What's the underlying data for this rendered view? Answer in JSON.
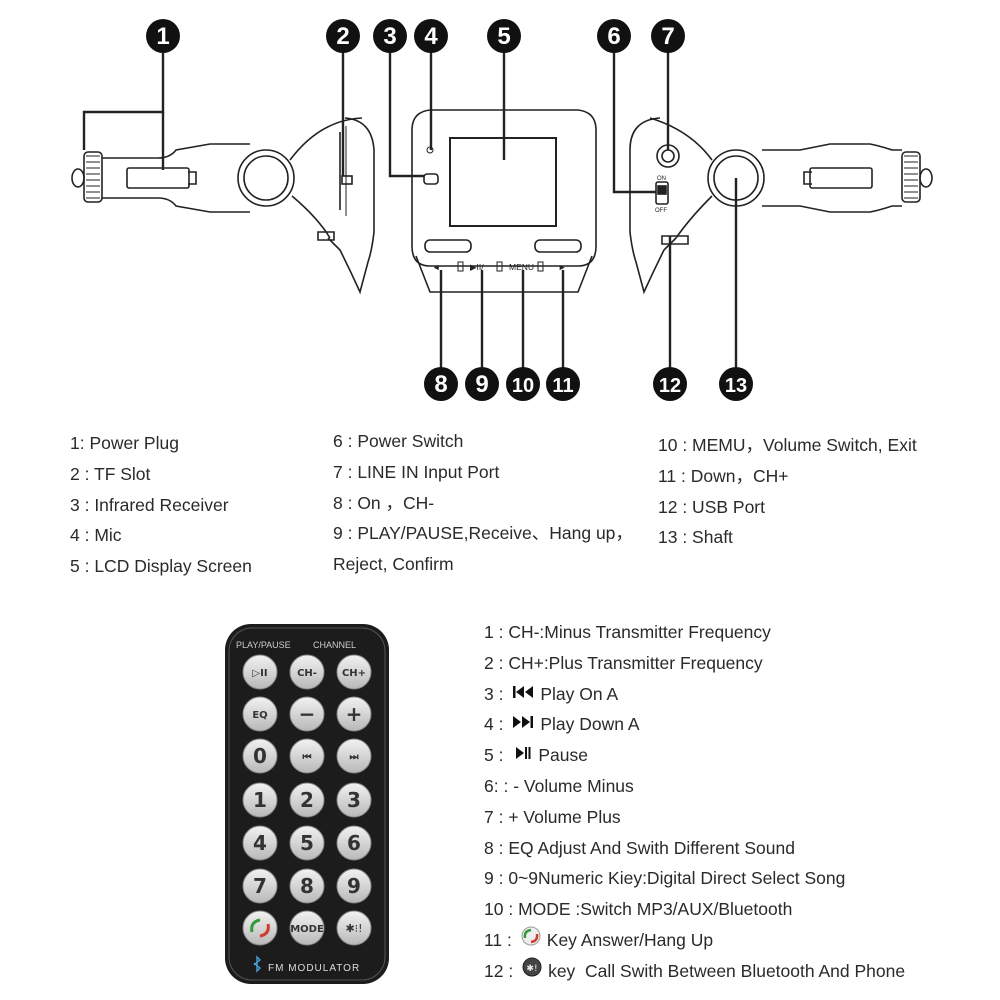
{
  "diagram": {
    "callouts": [
      "1",
      "2",
      "3",
      "4",
      "5",
      "6",
      "7",
      "8",
      "9",
      "10",
      "11",
      "12",
      "13"
    ],
    "buttons": {
      "prev": "◄",
      "play": "▶II/",
      "menu": "MENU",
      "next": "►",
      "switch_on": "ON",
      "switch_off": "OFF"
    }
  },
  "legend": {
    "col1": [
      "1: Power Plug",
      "2 : TF Slot",
      "3 : Infrared Receiver",
      "4 : Mic",
      "5 : LCD Display Screen"
    ],
    "col2": [
      "6 : Power Switch",
      "7 : LINE IN Input Port",
      "8 : On ，CH-",
      "9 : PLAY/PAUSE,Receive、Hang up，",
      "Reject, Confirm"
    ],
    "col3": [
      "10 : MEMU，Volume Switch, Exit",
      "11 : Down，CH+",
      "12 : USB Port",
      "13 : Shaft"
    ]
  },
  "remote": {
    "header_left": "PLAY/PAUSE",
    "header_right": "CHANNEL",
    "keys": [
      "▷II",
      "CH-",
      "CH+",
      "EQ",
      "−",
      "+",
      "0",
      "⏮",
      "⏭",
      "1",
      "2",
      "3",
      "4",
      "5",
      "6",
      "7",
      "8",
      "9",
      "",
      "MODE",
      ""
    ],
    "footer": "FM MODULATOR",
    "footer_icon": "bluetooth-icon",
    "body_color": "#1c1c1c",
    "key_color": "#d6d6d6"
  },
  "remote_legend": {
    "items": [
      {
        "prefix": "1 : ",
        "icon": "",
        "text": "CH-:Minus Transmitter Frequency"
      },
      {
        "prefix": "2 : ",
        "icon": "",
        "text": "CH+:Plus Transmitter Frequency"
      },
      {
        "prefix": "3 : ",
        "icon": "prev-track-icon",
        "text": "Play On A"
      },
      {
        "prefix": "4 : ",
        "icon": "next-track-icon",
        "text": "Play Down A"
      },
      {
        "prefix": "5 : ",
        "icon": "play-pause-icon",
        "text": "Pause"
      },
      {
        "prefix": "6: : ",
        "icon": "",
        "text": "- Volume Minus"
      },
      {
        "prefix": "7 : ",
        "icon": "",
        "text": "+ Volume Plus"
      },
      {
        "prefix": "8 : ",
        "icon": "",
        "text": "EQ Adjust And Swith Different Sound"
      },
      {
        "prefix": "9 : ",
        "icon": "",
        "text": "0~9Numeric Kiey:Digital Direct Select Song"
      },
      {
        "prefix": "10 : ",
        "icon": "",
        "text": "MODE :Switch MP3/AUX/Bluetooth"
      },
      {
        "prefix": "11 : ",
        "icon": "phone-icon",
        "text": "Key Answer/Hang Up"
      },
      {
        "prefix": "12 : ",
        "icon": "bt-phone-icon",
        "text": "key  Call Swith Between Bluetooth And Phone"
      }
    ]
  }
}
